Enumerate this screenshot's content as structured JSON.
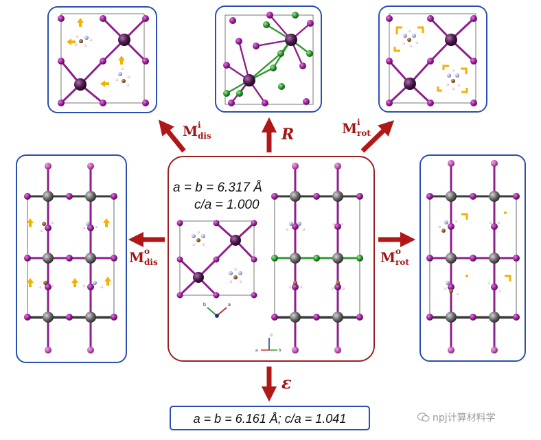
{
  "center_panel": {
    "lattice_line1": "a = b = 6.317 Å",
    "lattice_line2": "c/a = 1.000",
    "axes_small": {
      "b": "b",
      "a": "a"
    },
    "axes_side": {
      "c": "c",
      "a": "a",
      "b": "b"
    }
  },
  "labels": {
    "m_dis_i": {
      "base": "M",
      "sup": "i",
      "sub": "dis"
    },
    "r": "R",
    "m_rot_i": {
      "base": "M",
      "sup": "i",
      "sub": "rot"
    },
    "m_dis_o": {
      "base": "M",
      "sup": "o",
      "sub": "dis"
    },
    "m_rot_o": {
      "base": "M",
      "sup": "o",
      "sub": "rot"
    },
    "epsilon": "ε"
  },
  "bottom_box": {
    "text": "a = b = 6.161 Å; c/a = 1.041"
  },
  "watermark": "npj计算材料学",
  "colors": {
    "panel_border_blue": "#2a4fb0",
    "center_border_red": "#9b2020",
    "arrow_red": "#b01818",
    "iodide_purple": "#8e1d8e",
    "lead_dark": "#3c1a3c",
    "metal_gray": "#5a5a5a",
    "halide_green": "#2f9a2f",
    "highlight_yellow": "#f2b200"
  }
}
